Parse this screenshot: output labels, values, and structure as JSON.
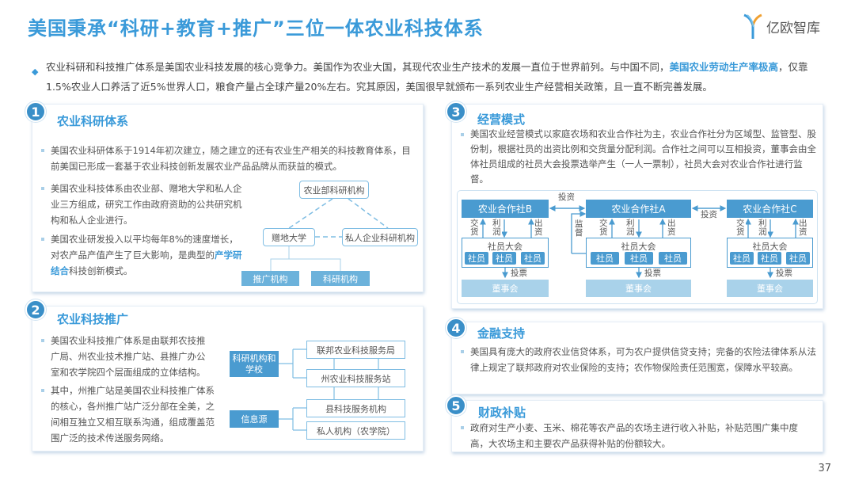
{
  "header": {
    "title": "美国秉承“科研+教育+推广”三位一体农业科技体系",
    "logo_text": "亿欧智库"
  },
  "intro": {
    "part1": "农业科研和科技推广体系是美国农业科技发展的核心竞争力。美国作为农业大国，其现代农业生产技术的发展一直位于世界前列。与中国不同，",
    "highlight": "美国农业劳动生产率极高",
    "part2": "，仅靠1.5%农业人口养活了近5%世界人口，粮食产量占全球产量20%左右。究其原因，美国很早就颁布一系列农业生产经营相关政策，且一直不断完善发展。"
  },
  "sections": [
    {
      "num": "1",
      "title": "农业科研体系",
      "bullets": [
        "美国农业科研体系于1914年初次建立，随之建立的还有农业生产相关的科技教育体系，目前美国已形成一套基于农业科技创新发展农业产品品牌从而获益的模式。",
        "美国农业科技体系由农业部、赠地大学和私人企业三方组成，研究工作由政府资助的公共研究机构和私人企业进行。"
      ],
      "b3_pre": "美国农业研发投入以平均每年8%的速度增长，对农产品产值产生了巨大影响，是典型的",
      "b3_hl": "产学研结合",
      "b3_post": "科技创新模式。",
      "diagram": {
        "top": "农业部科研机构",
        "left": "赠地大学",
        "right": "私人企业科研机构",
        "bottom_left": "推广机构",
        "bottom_right": "科研机构"
      }
    },
    {
      "num": "2",
      "title": "农业科技推广",
      "bullets": [
        "美国农业科技推广体系是由联邦农技推广局、州农业技术推广站、县推广办公室和农学院四个层面组成的立体结构。",
        "其中，州推广站是美国农业科技推广体系的核心，各州推广站广泛分部在全美，之间相互独立又相互联系沟通，组成覆盖范围广泛的技术传送服务网络。"
      ],
      "diagram": {
        "src1": "科研机构和学校",
        "src2": "信息源",
        "levels": [
          "联邦农业科技服务局",
          "州农业科技服务站",
          "县科技服务机构",
          "私人机构（农学院）"
        ]
      }
    },
    {
      "num": "3",
      "title": "经营模式",
      "bullets": [
        "美国农业经营模式以家庭农场和农业合作社为主，农业合作社分为区域型、监管型、股份制，根据社员的出资比例和交货量分配利润。合作社之间可以互相投资，董事会由全体社员组成的社员大会投票选举产生（一人一票制），社员大会对农业合作社进行监督。"
      ],
      "diagram": {
        "coops": [
          "农业合作社B",
          "农业合作社A",
          "农业合作社C"
        ],
        "invest": "投资",
        "deliver": "交货",
        "profit": "利润",
        "capital": "出资",
        "supervise": "监督",
        "assembly": "社员大会",
        "member": "社员",
        "vote": "投票",
        "board": "董事会"
      }
    },
    {
      "num": "4",
      "title": "金融支持",
      "bullets": [
        "美国具有庞大的政府农业信贷体系，可为农户提供信贷支持；完备的农险法律体系从法律上规定了联邦政府对农业保险的支持；农作物保险责任范围宽，保障水平较高。"
      ]
    },
    {
      "num": "5",
      "title": "财政补贴",
      "bullets": [
        "政府对生产小麦、玉米、棉花等农产品的农场主进行收入补贴，补贴范围广集中度高，大农场主和主要农产品获得补贴的份额较大。"
      ]
    }
  ],
  "page_number": "37"
}
